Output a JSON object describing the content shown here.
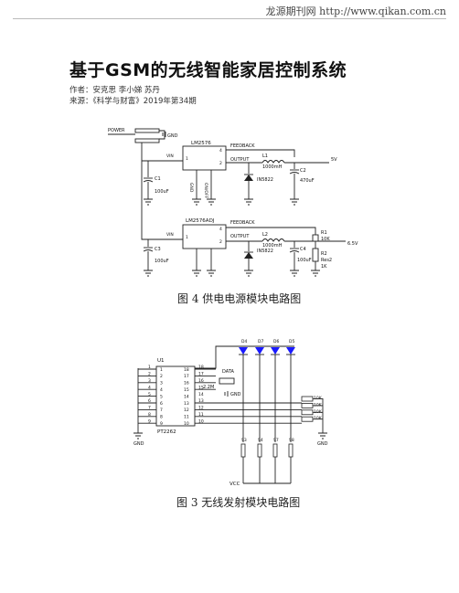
{
  "header": {
    "site": "龙源期刊网 http://www.qikan.com.cn"
  },
  "article": {
    "title": "基于GSM的无线智能家居控制系统",
    "author_label": "作者：",
    "authors": "安克思 李小娣 苏丹",
    "source_label": "来源：",
    "source": "《科学与财富》2019年第34期"
  },
  "figure4": {
    "caption": "图 4  供电电源模块电路图",
    "labels": {
      "power": "POWER",
      "gnd": "GND",
      "lm2576": "LM2576",
      "lm2576adj": "LM2576ADJ",
      "vin": "VIN",
      "vin2": "VIN",
      "feedback": "FEEDBACK",
      "feedback2": "FEEDBACK",
      "output": "OUTPUT",
      "output2": "OUTPUT",
      "l1": "L1",
      "l1v": "1000mH",
      "l2": "L2",
      "l2v": "1000mH",
      "d1": "IN5822",
      "d2": "IN5822",
      "c1": "C1",
      "c1v": "100uF",
      "c2": "C2",
      "c2v": "470uF",
      "c3": "C3",
      "c3v": "100uF",
      "c4": "C4",
      "c4v": "100uF",
      "v5": "5V",
      "v65": "6.5V",
      "r1": "R1",
      "r1v": "10K",
      "r2": "R2",
      "r2v": "Res2",
      "r2k": "1K",
      "pin4": "4",
      "pin2": "2",
      "pin1": "1",
      "pin4b": "4",
      "pin2b": "2",
      "pin1b": "1",
      "gnd_pin": "GND",
      "onoff": "ON/OFF"
    }
  },
  "figure3": {
    "caption": "图 3  无线发射模块电路图",
    "labels": {
      "u1": "U1",
      "ic": "PT2262",
      "data": "DATA",
      "r": "2.2M",
      "gnd": "GND",
      "vcc": "VCC",
      "gnd_left": "GND",
      "gnd_right": "GND",
      "leds": [
        "D4",
        "D7",
        "D6",
        "D5"
      ],
      "switches": [
        "S3",
        "S4",
        "S7",
        "S8"
      ],
      "resistors": [
        "10K",
        "10K",
        "10K",
        "10K"
      ],
      "pins_left": [
        "1",
        "2",
        "3",
        "4",
        "5",
        "6",
        "7",
        "8",
        "9"
      ],
      "pins_right": [
        "18",
        "17",
        "16",
        "15",
        "14",
        "13",
        "12",
        "11",
        "10"
      ]
    }
  }
}
